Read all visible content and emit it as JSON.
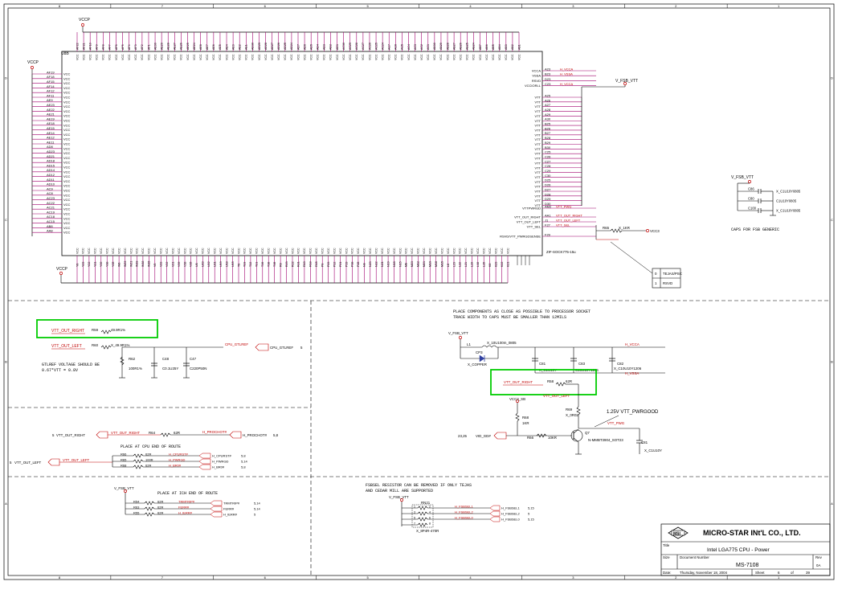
{
  "colors": {
    "wire": "#000000",
    "net_label": "#c00000",
    "bus_pin": "#a0006e",
    "highlight": "#00cc00",
    "power": "#c00000"
  },
  "border": {
    "columns": [
      "8",
      "7",
      "6",
      "5",
      "4",
      "3",
      "2",
      "1"
    ],
    "rows": [
      "D",
      "C",
      "B",
      "A"
    ]
  },
  "cpu": {
    "ref": "U8B",
    "part": "ZIF-SOCK775-15u",
    "power_top": "VCCP",
    "power_left": "VCCP",
    "power_bottom": "VCCP",
    "vcc_pin": "VCC",
    "vtt_pin": "VTT",
    "left_pins": [
      "AF19",
      "AF18",
      "AF15",
      "AF14",
      "AF12",
      "AF11",
      "AE9",
      "AE23",
      "AE22",
      "AE21",
      "AE19",
      "AE18",
      "AE15",
      "AE14",
      "AE12",
      "AE11",
      "AD8",
      "AD23",
      "AD21",
      "AD18",
      "AD15",
      "AD14",
      "AD12",
      "AD11",
      "AD10",
      "AC9",
      "AC8",
      "AC23",
      "AC22",
      "AC21",
      "AC19",
      "AC18",
      "AC15",
      "AB8",
      "AA8"
    ],
    "top_pins": [
      "AF22",
      "AF21",
      "AF10",
      "AF9",
      "AF8",
      "AF7",
      "AF6",
      "AF5",
      "AF4",
      "AF3",
      "AF2",
      "AF1",
      "AE30",
      "AE29",
      "AE28",
      "AE27",
      "AE26",
      "AE25",
      "AE24",
      "AE8",
      "AE7",
      "AE6",
      "AE5",
      "AE4",
      "AE3",
      "AE2",
      "AE1",
      "AD30",
      "AD29",
      "AD28",
      "AD27",
      "AD26",
      "AD25",
      "AD24",
      "AD7",
      "AD6",
      "AD5",
      "AD4",
      "AD3",
      "AD2",
      "AD1",
      "AC30",
      "AC29",
      "AC28",
      "AC27",
      "AC26",
      "AC25",
      "AC24",
      "AC7",
      "AC6",
      "AC5",
      "AC4",
      "AC3",
      "AC2",
      "AC1",
      "AB30",
      "AB29",
      "AB28",
      "AB27",
      "AB26",
      "AB25",
      "AB24",
      "AB7",
      "AB6",
      "AB5",
      "AB4",
      "AB3",
      "AB2",
      "AB1"
    ],
    "bottom_pins": [
      "Y8",
      "Y23",
      "Y22",
      "Y21",
      "Y19",
      "Y18",
      "Y15",
      "W8",
      "W23",
      "W21",
      "W19",
      "W18",
      "W15",
      "V8",
      "V23",
      "V22",
      "V21",
      "V19",
      "V18",
      "V15",
      "U8",
      "U23",
      "U22",
      "U21",
      "U19",
      "U18",
      "U15",
      "T8",
      "T23",
      "T22",
      "T21",
      "T19",
      "T18",
      "T15",
      "R8",
      "R23",
      "R22",
      "R21",
      "R19",
      "R18",
      "R15",
      "P8",
      "P23",
      "P22",
      "P21",
      "P19",
      "P18",
      "P15",
      "N8",
      "N23",
      "N22",
      "N21",
      "N19",
      "N18",
      "N15",
      "M8",
      "M23",
      "M22",
      "M21",
      "M19",
      "M18",
      "M15",
      "L8",
      "L23",
      "L22",
      "L21",
      "L19",
      "L18",
      "L15",
      "K8",
      "K23",
      "K22",
      "K21"
    ],
    "right_special": [
      {
        "name": "VCCA",
        "pin": "A23",
        "net": "H_VCCA"
      },
      {
        "name": "VSSA",
        "pin": "B23",
        "net": "H_VSSA"
      },
      {
        "name": "RSVD",
        "pin": "D23",
        "net": ""
      },
      {
        "name": "VCCIORLL",
        "pin": "C23",
        "net": "H_VCCA"
      }
    ],
    "vtt_pins": [
      "A25",
      "A26",
      "A27",
      "A28",
      "A29",
      "A30",
      "B25",
      "B26",
      "B27",
      "B28",
      "B29",
      "B30",
      "C25",
      "C26",
      "C27",
      "C28",
      "C29",
      "C30",
      "D25",
      "D26",
      "D27",
      "D28",
      "D29",
      "D30"
    ],
    "right_bottom": [
      {
        "name": "VTTPWRGD",
        "pin": "AM2",
        "net": "VTT_PWG"
      },
      {
        "name": "VTT_OUT_RIGHT",
        "pin": "AA1",
        "net": "VTT_OUT_RIGHT"
      },
      {
        "name": "VTT_OUT_LEFT",
        "pin": "J1",
        "net": "VTT_OUT_LEFT"
      },
      {
        "name": "VTT_SEL",
        "pin": "F27",
        "net": "VTT_SEL"
      },
      {
        "name": "RSVD/VTT_PWRGDSENSE",
        "pin": "F29",
        "net": ""
      }
    ],
    "vfsb": "V_FSB_VTT",
    "vtt_sel_res": {
      "ref": "R65",
      "val": "X_1KR",
      "rail": "VCC3"
    },
    "table": [
      {
        "a": "0",
        "b": "TEJAS/PSC"
      },
      {
        "a": "1",
        "b": "RSVD"
      }
    ]
  },
  "caps_fsb": {
    "rail": "V_FSB_VTT",
    "caps": [
      {
        "ref": "C86",
        "val": "X_C1U10Y0805"
      },
      {
        "ref": "C80",
        "val": "C1U10Y0805"
      },
      {
        "ref": "C100",
        "val": "X_C1U10Y0805"
      }
    ],
    "note": "CAPS FOR FSB GENERIC"
  },
  "gtlref": {
    "net_right": "VTT_OUT_RIGHT",
    "net_left": "VTT_OUT_LEFT",
    "r1": {
      "ref": "R59",
      "val": "49.9R1%"
    },
    "r2": {
      "ref": "R60",
      "val": "X_49.9R1%"
    },
    "r3": {
      "ref": "R62",
      "val": "100R1%"
    },
    "c1": {
      "ref": "C48",
      "val": "C0.1U25Y"
    },
    "c2": {
      "ref": "C47",
      "val": "C220P50N"
    },
    "out_net": "CPU_GTLREF",
    "out_label": "CPU_GTLREF",
    "out_page": "5",
    "note1": "GTLREF VOLTAGE SHOULD BE",
    "note2": "0.67*VTT = 0.8V"
  },
  "vcca": {
    "note1": "PLACE COMPONENTS AS CLOSE AS POSSIBLE TO PROCESSOR SOCKET",
    "note2": "TRACE WIDTH TO CAPS MUST BE SMALLER THAN 12MILS",
    "rail": "V_FSB_VTT",
    "l1": {
      "ref": "L1",
      "val": "X_10U100m_0805"
    },
    "cp": {
      "ref": "CP3",
      "val": "X_COPPER"
    },
    "c81": {
      "ref": "C81",
      "val": "X_C1U10Y"
    },
    "c83": {
      "ref": "C83",
      "val": "C10U10Y1206"
    },
    "c82": {
      "ref": "C82",
      "val": "X_C10U10Y1206"
    },
    "net_vcca": "H_VCCA",
    "net_vssa": "H_VSSA"
  },
  "pwrgood": {
    "net_right": "VTT_OUT_RIGHT",
    "r_top": {
      "ref": "R58",
      "val": "62R"
    },
    "net_left": "VTT_OUT_LEFT",
    "vcc": "VCC3_SB",
    "r_left": {
      "ref": "R68",
      "val": "1KR"
    },
    "r_x": {
      "ref": "R69",
      "val": "X_0R02"
    },
    "title": "1.25V VTT_PWRGOOD",
    "vid_page": "23,25",
    "vid_net": "VID_GD#",
    "r_base": {
      "ref": "R66",
      "val": "10KR"
    },
    "q": {
      "ref": "Q7",
      "val": "N-MMBT3904_SOT23"
    },
    "c": {
      "ref": "C81",
      "val": "X_C1U10Y"
    },
    "out_net": "VTT_PWG"
  },
  "prochot": {
    "page": "5",
    "in_net": "VTT_OUT_RIGHT",
    "net": "VTT_OUT_RIGHT",
    "r": {
      "ref": "R64",
      "val": "62R"
    },
    "out_net": "H_PROCHOT#",
    "out_label": "H_PROCHOT#",
    "out_page": "5,8"
  },
  "cpu_end": {
    "note": "PLACE AT CPU END OF ROUTE",
    "page": "5",
    "in_net": "VTT_OUT_LEFT",
    "net": "VTT_OUT_LEFT",
    "rows": [
      {
        "ref": "R66",
        "val": "62R",
        "net": "H_CPURST#",
        "label": "H_CPURST#",
        "page": "5,8"
      },
      {
        "ref": "R65",
        "val": "100R",
        "net": "H_PWRGD",
        "label": "H_PWRGD",
        "page": "5,14"
      },
      {
        "ref": "R68",
        "val": "62R",
        "net": "H_BR0#",
        "label": "H_BR0#",
        "page": "5,8"
      }
    ]
  },
  "ich_end": {
    "note": "PLACE AT ICH END OF ROUTE",
    "rail": "V_FSB_VTT",
    "rows": [
      {
        "ref": "R54",
        "val": "62R",
        "net": "TRMTRIP#",
        "label": "TRMTRIP#",
        "page": "5,14"
      },
      {
        "ref": "R63",
        "val": "62R",
        "net": "FERR#",
        "label": "FERR#",
        "page": "5,14"
      },
      {
        "ref": "R55",
        "val": "62R",
        "net": "H_IERR#",
        "label": "H_IERR#",
        "page": "5"
      }
    ]
  },
  "fsbsel": {
    "note1": "FSBSEL RESISTOR CAN BE REMOVED IF ONLY TEJAS",
    "note2": "AND CEDAR MILL ARE SUPPORTED",
    "rail": "V_FSB_VTT",
    "rn": {
      "ref": "RN21",
      "val": "X_8P4R-470R"
    },
    "pins_left": [
      "1",
      "3",
      "5",
      "7"
    ],
    "pins_right": [
      "2",
      "4",
      "6",
      "8"
    ],
    "rows": [
      {
        "net": "H_FSBSEL1",
        "label": "H_FSBSEL1",
        "page": "5,15"
      },
      {
        "net": "H_FSBSEL2",
        "label": "H_FSBSEL2",
        "page": "5"
      },
      {
        "net": "H_FSBSEL0",
        "label": "H_FSBSEL0",
        "page": "5,15"
      }
    ]
  },
  "titleblock": {
    "logo": "MSI",
    "company": "MICRO-STAR INt'L CO., LTD.",
    "title_label": "Title",
    "title": "Intel LGA775 CPU - Power",
    "size_label": "Size",
    "docnum_label": "Document Number",
    "rev_label": "Rev",
    "docnum": "MS-7108",
    "rev": "0A",
    "date_label": "Date:",
    "date": "Thursday, November 18, 2004",
    "sheet_label": "Sheet",
    "sheet": "6",
    "of_label": "of",
    "sheets": "39"
  }
}
